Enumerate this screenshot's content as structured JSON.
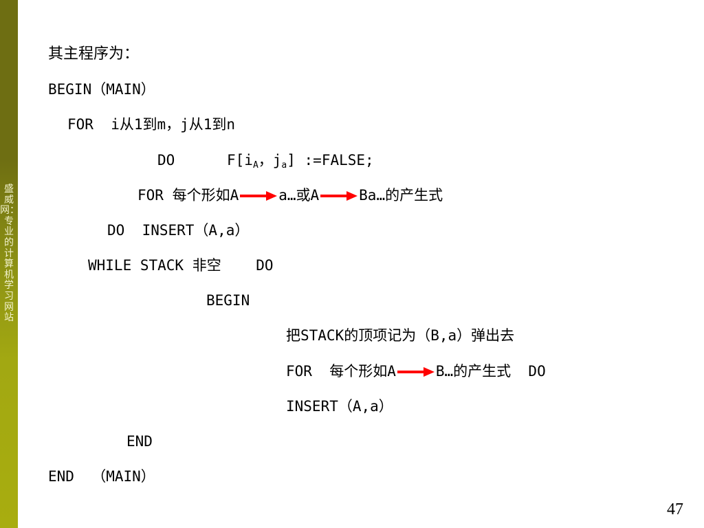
{
  "side": {
    "text": "盛威网：专业的计算机学习网站"
  },
  "slide": {
    "page_number": "47",
    "intro": "其主程序为：",
    "l1": "BEGIN（MAIN）",
    "l2": "FOR  i从1到m，j从1到n",
    "l3_do": "DO",
    "l3_f": "F[i",
    "l3_sub_a": "A",
    "l3_sep": "，j",
    "l3_sub_b": "a",
    "l3_end": "] :=FALSE;",
    "l4_a": "FOR 每个形如A",
    "l4_b": "a…或A",
    "l4_c": "Ba…的产生式",
    "l5": "DO  INSERT（A,a）",
    "l6": "WHILE STACK 非空    DO",
    "l7": "BEGIN",
    "l8": "把STACK的顶项记为（B,a）弹出去",
    "l9_a": "FOR  每个形如A",
    "l9_b": "B…的产生式  DO",
    "l10": "INSERT（A,a）",
    "l11": "END",
    "l12": "END  （MAIN）"
  },
  "colors": {
    "arrow": "#ff0000",
    "sidebar": "#8f9414"
  }
}
